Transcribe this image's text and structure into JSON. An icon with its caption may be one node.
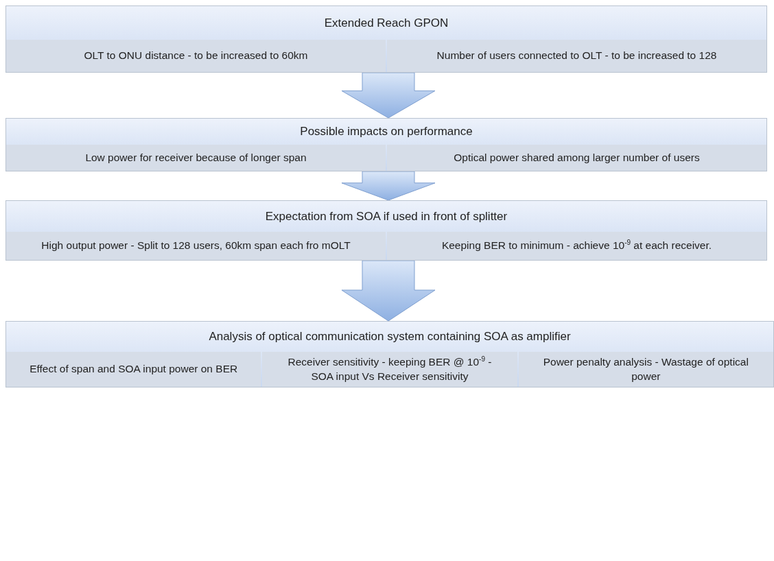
{
  "diagram": {
    "nodes": [
      {
        "text": [
          "Extended Reach GPON"
        ]
      },
      {
        "text": [
          "OLT to ONU distance - to be increased to 60km"
        ],
        "in": 0
      },
      {
        "text": [
          "Number of users connected to OLT - to be increased to 128"
        ],
        "in": 0
      },
      {
        "text": [
          "Possible impacts on performance"
        ]
      },
      {
        "text": [
          "Low power for receiver because of longer span"
        ],
        "in": 3
      },
      {
        "text": [
          "Optical power shared among larger number of users"
        ],
        "in": 3
      },
      {
        "text": [
          "Expectation from SOA if used in front of splitter"
        ]
      },
      {
        "text": [
          "High output power - Split to 128 users, 60km span each fro mOLT"
        ],
        "in": 6
      },
      {
        "text": [
          "Keeping BER to minimum - achieve 10$^{-9}$ at each receiver."
        ],
        "in": 6
      },
      {
        "text": [
          "Analysis of optical communication system containing SOA as amplifier"
        ]
      },
      {
        "text": [
          "Effect of span and SOA input power on BER"
        ],
        "in": 9
      },
      {
        "text": [
          "Receiver sensitivity - keeping BER @ 10$^{-9}$ - SOA input Vs Receiver sensitivity"
        ],
        "in": 9
      },
      {
        "text": [
          "Power penalty analysis - Wastage of optical power"
        ],
        "in": 9
      }
    ],
    "edges": [
      {
        "from": 0,
        "to": 3,
        "arrow": "to"
      },
      {
        "from": 3,
        "to": 6,
        "arrow": "to"
      },
      {
        "from": 6,
        "to": 9,
        "arrow": "to"
      }
    ]
  }
}
